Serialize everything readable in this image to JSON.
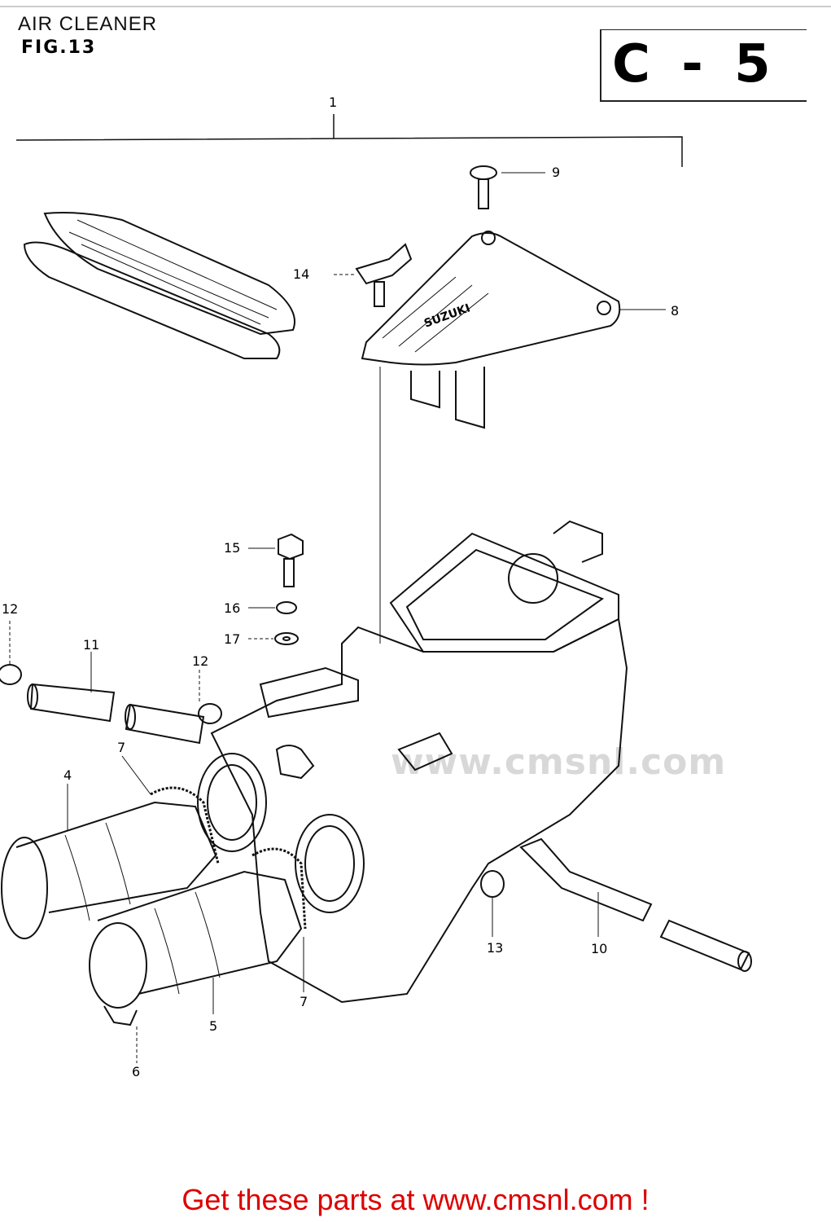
{
  "header": {
    "title": "AIR CLEANER",
    "figure": "FIG.13"
  },
  "page_code": "C - 5",
  "callouts": [
    {
      "num": "1"
    },
    {
      "num": "9"
    },
    {
      "num": "14"
    },
    {
      "num": "8"
    },
    {
      "num": "15"
    },
    {
      "num": "12"
    },
    {
      "num": "16"
    },
    {
      "num": "17"
    },
    {
      "num": "11"
    },
    {
      "num": "12"
    },
    {
      "num": "7"
    },
    {
      "num": "4"
    },
    {
      "num": "13"
    },
    {
      "num": "10"
    },
    {
      "num": "7"
    },
    {
      "num": "5"
    },
    {
      "num": "6"
    }
  ],
  "cover_label": "SUZUKI",
  "watermark": "www.cmsnl.com",
  "footer": {
    "text": "Get these parts at www.cmsnl.com !"
  },
  "colors": {
    "footer": "#dd0000",
    "line": "#111111",
    "watermark": "#d8d8d8"
  }
}
